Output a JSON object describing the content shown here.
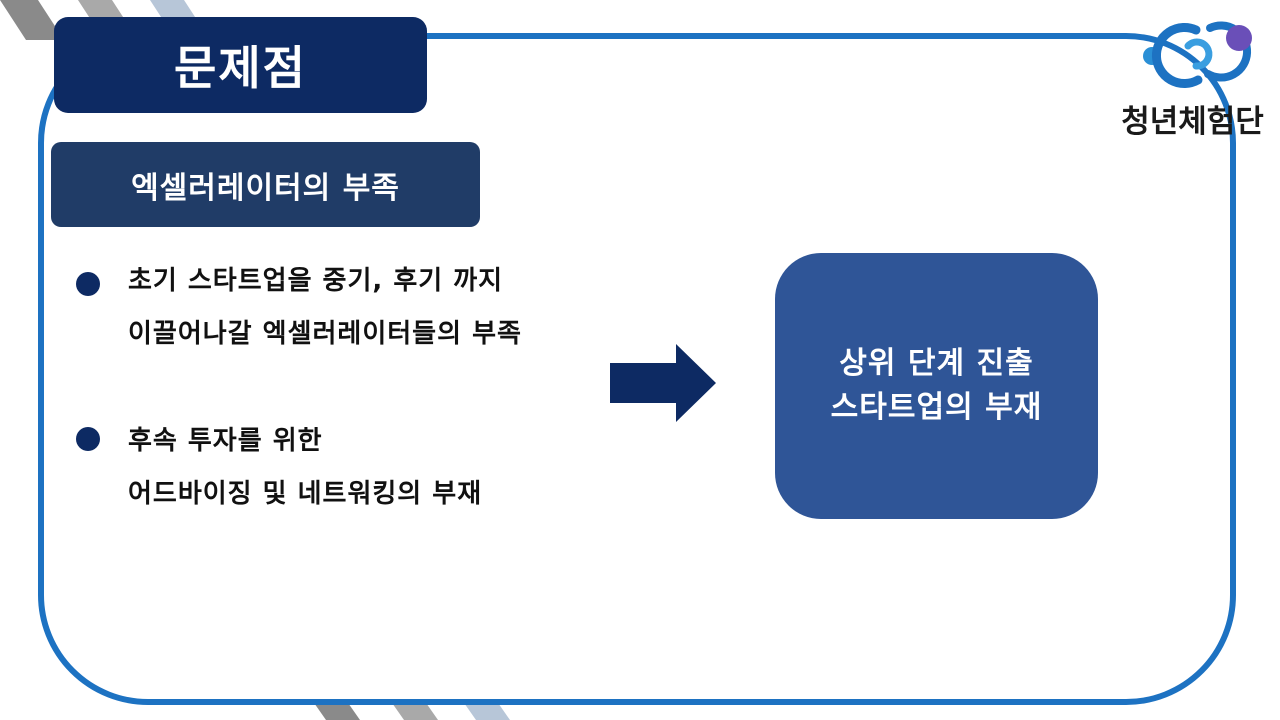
{
  "header": {
    "title": "문제점",
    "subtitle": "엑셀러레이터의 부족"
  },
  "bullets": [
    {
      "lines": [
        "초기 스타트업을 중기, 후기 까지",
        "이끌어나갈 엑셀러레이터들의 부족"
      ]
    },
    {
      "lines": [
        "후속 투자를 위한",
        "어드바이징 및 네트워킹의 부재"
      ]
    }
  ],
  "result": {
    "lines": [
      "상위 단계 진출",
      "스타트업의 부재"
    ]
  },
  "logo": {
    "icon": "youth-experience-logo-icon",
    "text": "청년체험단"
  },
  "colors": {
    "frame": "#1d72c2",
    "title_box": "#0d2a63",
    "subtitle_box": "#203c67",
    "result_box": "#2f5597",
    "arrow": "#0d2a63"
  }
}
